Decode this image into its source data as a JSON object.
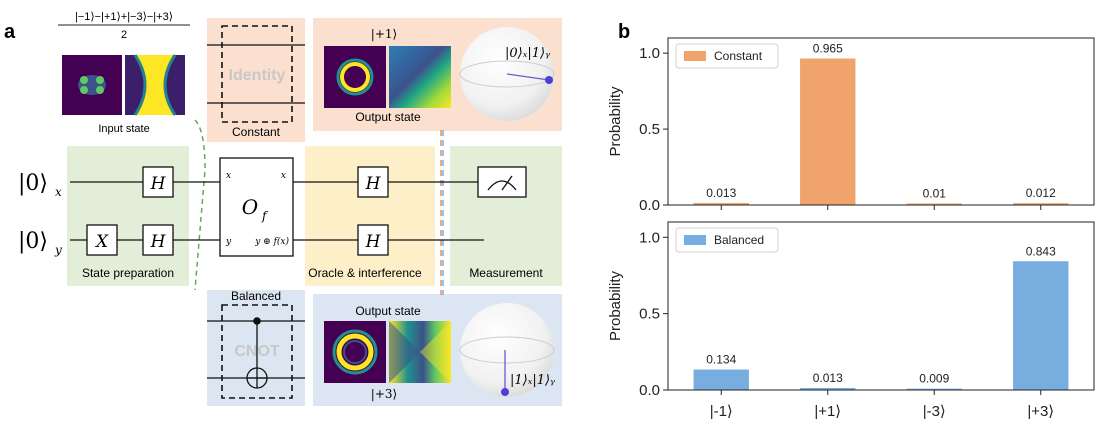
{
  "panel_a": {
    "label": "a",
    "input_state": {
      "numerator": "|−1⟩−|+1⟩+|−3⟩−|+3⟩",
      "denominator": "2",
      "caption": "Input state"
    },
    "inputs": {
      "x": "|0⟩",
      "x_sub": "x",
      "y": "|0⟩",
      "y_sub": "y"
    },
    "gates": {
      "h": "H",
      "x": "X",
      "oracle": "O",
      "oracle_sub": "f"
    },
    "oracle_ports": {
      "in_x": "x",
      "in_y": "y",
      "out_x": "x",
      "out_y": "y ⊕ f(x)"
    },
    "sections": {
      "prep": "State preparation",
      "oracle": "Oracle & interference",
      "measure": "Measurement"
    },
    "constant": {
      "label": "Constant",
      "gate": "Identity"
    },
    "balanced": {
      "label": "Balanced",
      "gate": "CNOT"
    },
    "output_constant": {
      "ket": "|+1⟩",
      "caption": "Output state",
      "bloch": "|0⟩ₓ|1⟩ᵧ"
    },
    "output_balanced": {
      "ket": "|+3⟩",
      "caption": "Output state",
      "bloch": "|1⟩ₓ|1⟩ᵧ"
    },
    "colors": {
      "prep_green": "#e3eed8",
      "oracle_yellow": "#fdefc8",
      "constant_orange": "#fbe0cf",
      "balanced_blue": "#dbe6f2"
    }
  },
  "panel_b": {
    "label": "b"
  },
  "chart_data": [
    {
      "type": "bar",
      "categories": [
        "|-1⟩",
        "|+1⟩",
        "|-3⟩",
        "|+3⟩"
      ],
      "series": [
        {
          "name": "Constant",
          "values": [
            0.013,
            0.965,
            0.01,
            0.012
          ],
          "color": "#f0a36b"
        }
      ],
      "value_labels": [
        "0.013",
        "0.965",
        "0.01",
        "0.012"
      ],
      "ylabel": "Probability",
      "ylim": [
        0,
        1.1
      ],
      "yticks": [
        "0.0",
        "0.5",
        "1.0"
      ],
      "legend": "top-left",
      "grid": false
    },
    {
      "type": "bar",
      "categories": [
        "|-1⟩",
        "|+1⟩",
        "|-3⟩",
        "|+3⟩"
      ],
      "series": [
        {
          "name": "Balanced",
          "values": [
            0.134,
            0.013,
            0.009,
            0.843
          ],
          "color": "#78ade0"
        }
      ],
      "value_labels": [
        "0.134",
        "0.013",
        "0.009",
        "0.843"
      ],
      "ylabel": "Probability",
      "ylim": [
        0,
        1.1
      ],
      "yticks": [
        "0.0",
        "0.5",
        "1.0"
      ],
      "legend": "top-left",
      "grid": false
    }
  ]
}
